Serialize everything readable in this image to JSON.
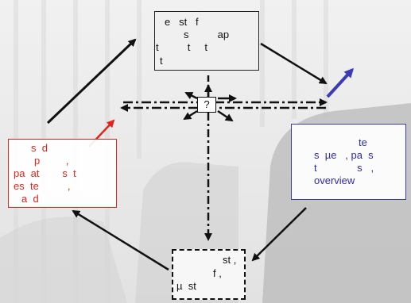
{
  "diagram": {
    "top_box": {
      "lines": [
        "e   st   f",
        "s          ap",
        "t          t     t",
        "t"
      ]
    },
    "left_box": {
      "lines": [
        "s  d",
        "p         ,",
        "pa  at        s  t",
        "es  te          ,",
        "a  d"
      ]
    },
    "right_box": {
      "lines": [
        "te",
        "s  µe   , pa  s",
        "t              s   ,",
        "overview"
      ]
    },
    "bottom_box": {
      "lines": [
        "st ,",
        "f ,",
        "µ  st"
      ]
    },
    "center_symbol": "?",
    "colors": {
      "left_accent": "#e0251b",
      "right_accent": "#3b3bb5",
      "arrow": "#111111"
    }
  }
}
